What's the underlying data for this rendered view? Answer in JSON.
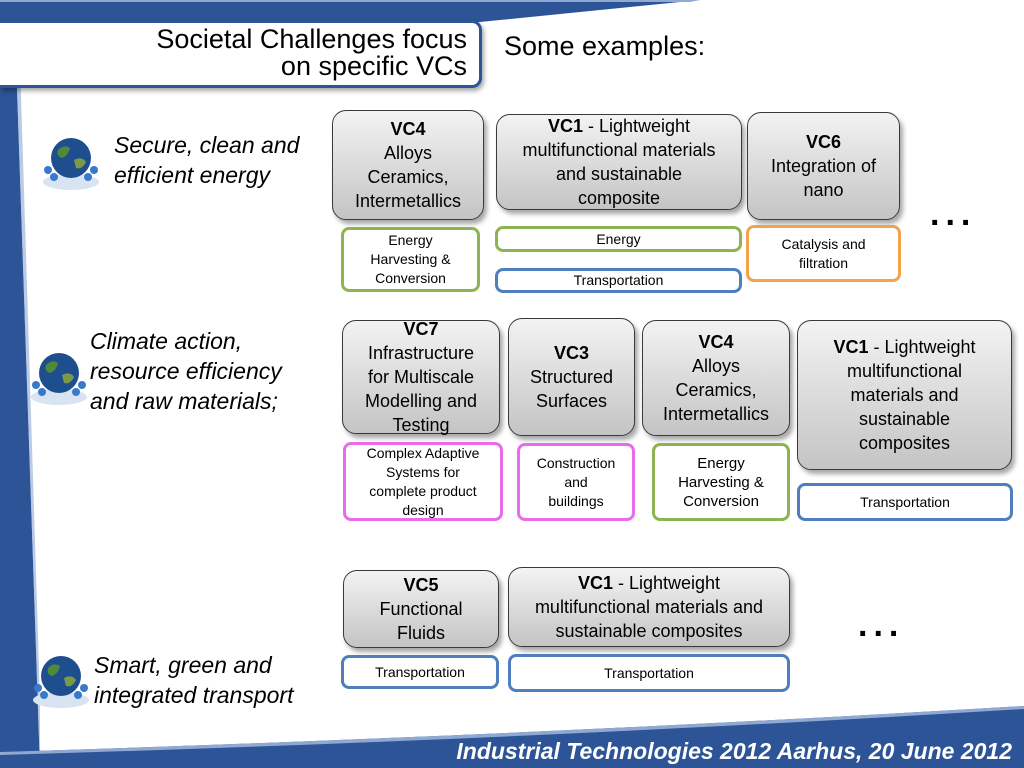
{
  "header": {
    "title_line1": "Societal Challenges focus",
    "title_line2": "on specific VCs",
    "subtitle": "Some examples:"
  },
  "rows": [
    {
      "challenge_line1": "Secure, clean and",
      "challenge_line2": "efficient energy",
      "vcs": [
        {
          "id": "VC4",
          "name_lines": [
            "Alloys",
            "Ceramics,",
            "Intermetallics"
          ],
          "apps": [
            {
              "text_lines": [
                "Energy",
                "Harvesting &",
                "Conversion"
              ],
              "color": "#8db352"
            }
          ]
        },
        {
          "id": "VC1",
          "name_lines": [
            "- Lightweight",
            "multifunctional materials",
            "and sustainable",
            "composite"
          ],
          "apps": [
            {
              "text_lines": [
                "Energy"
              ],
              "color": "#8db352"
            },
            {
              "text_lines": [
                "Transportation"
              ],
              "color": "#4f7fbf"
            }
          ]
        },
        {
          "id": "VC6",
          "name_lines": [
            "Integration of",
            "nano"
          ],
          "apps": [
            {
              "text_lines": [
                "Catalysis and",
                "filtration"
              ],
              "color": "#f2a34b"
            }
          ]
        }
      ],
      "ellipsis": "..."
    },
    {
      "challenge_line1": "Climate action,",
      "challenge_line2": "resource efficiency",
      "challenge_line3": "and raw materials;",
      "vcs": [
        {
          "id": "VC7",
          "name_lines": [
            "Infrastructure",
            "for Multiscale",
            "Modelling and",
            "Testing"
          ],
          "apps": [
            {
              "text_lines": [
                "Complex Adaptive",
                "Systems for",
                "complete product",
                "design"
              ],
              "color": "#ea6be9"
            }
          ]
        },
        {
          "id": "VC3",
          "name_lines": [
            "Structured",
            "Surfaces"
          ],
          "apps": [
            {
              "text_lines": [
                "Construction",
                "and",
                "buildings"
              ],
              "color": "#ea6be9"
            }
          ]
        },
        {
          "id": "VC4",
          "name_lines": [
            "Alloys",
            "Ceramics,",
            "Intermetallics"
          ],
          "apps": [
            {
              "text_lines": [
                "Energy",
                "Harvesting &",
                "Conversion"
              ],
              "color": "#8db352"
            }
          ]
        },
        {
          "id": "VC1",
          "name_lines": [
            "- Lightweight",
            "multifunctional",
            "materials and",
            "sustainable",
            "composites"
          ],
          "apps": [
            {
              "text_lines": [
                "Transportation"
              ],
              "color": "#4f7fbf"
            }
          ]
        }
      ]
    },
    {
      "challenge_line1": "Smart, green and",
      "challenge_line2": "integrated transport",
      "vcs": [
        {
          "id": "VC5",
          "name_lines": [
            "Functional",
            "Fluids"
          ],
          "apps": [
            {
              "text_lines": [
                "Transportation"
              ],
              "color": "#4f7fbf"
            }
          ]
        },
        {
          "id": "VC1",
          "name_lines": [
            "- Lightweight",
            "multifunctional materials and",
            "sustainable composites"
          ],
          "apps": [
            {
              "text_lines": [
                "Transportation"
              ],
              "color": "#4f7fbf"
            }
          ]
        }
      ],
      "ellipsis": "..."
    }
  ],
  "footer": {
    "text": "Industrial Technologies 2012 Aarhus, 20 June 2012"
  },
  "colors": {
    "accent_blue": "#2d5496",
    "footer_bg": "#2d5496",
    "green": "#8db352",
    "blue": "#4f7fbf",
    "orange": "#f2a34b",
    "pink": "#ea6be9"
  },
  "icons": {
    "challenge_icon": "globe-with-people-icon"
  }
}
